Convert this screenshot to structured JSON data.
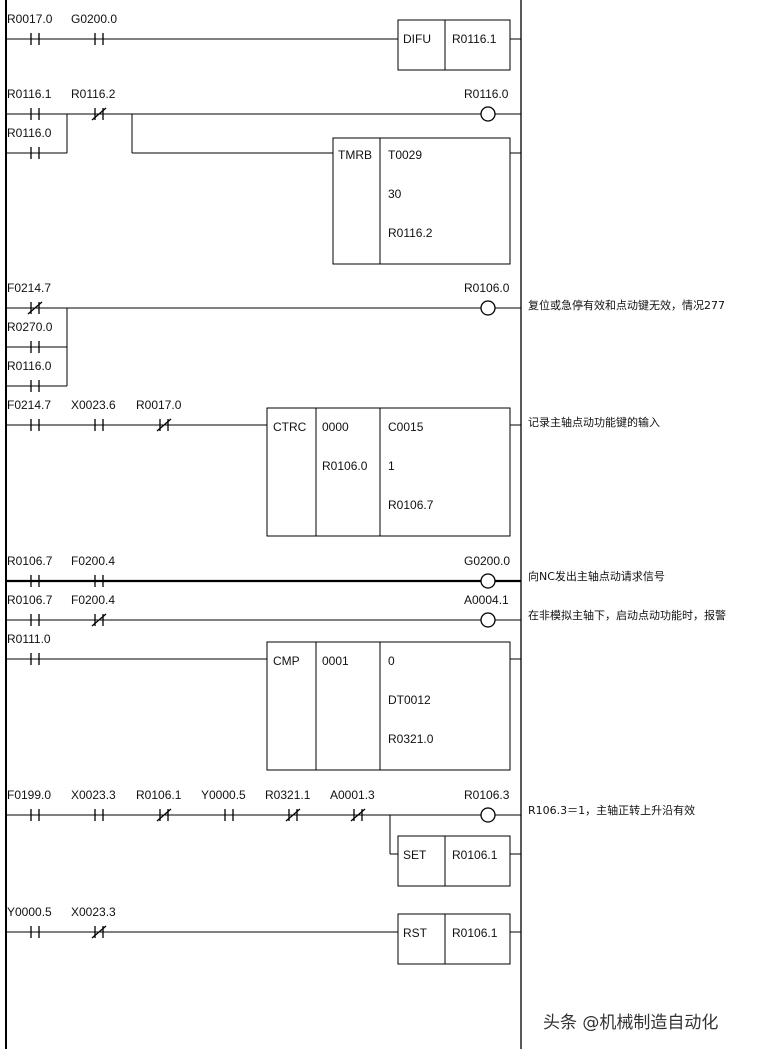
{
  "diagram": {
    "rungs": [
      {
        "contacts": [
          {
            "label": "R0017.0",
            "type": "NO"
          },
          {
            "label": "G0200.0",
            "type": "NO"
          }
        ],
        "function": {
          "name": "DIFU",
          "params": [
            "R0116.1"
          ]
        }
      },
      {
        "contacts": [
          {
            "label": "R0116.1",
            "type": "NO"
          },
          {
            "label": "R0116.2",
            "type": "NC"
          }
        ],
        "parallel": [
          {
            "label": "R0116.0",
            "type": "NO"
          }
        ],
        "coil": {
          "label": "R0116.0"
        },
        "function": {
          "name": "TMRB",
          "params": [
            "T0029",
            "30",
            "R0116.2"
          ]
        }
      },
      {
        "contacts": [
          {
            "label": "F0214.7",
            "type": "NC"
          }
        ],
        "parallel": [
          {
            "label": "R0270.0",
            "type": "NO"
          },
          {
            "label": "R0116.0",
            "type": "NO"
          }
        ],
        "coil": {
          "label": "R0106.0"
        },
        "comment": "复位或急停有效和点动键无效，情况277"
      },
      {
        "contacts": [
          {
            "label": "F0214.7",
            "type": "NO"
          },
          {
            "label": "X0023.6",
            "type": "NO"
          },
          {
            "label": "R0017.0",
            "type": "NC"
          }
        ],
        "function": {
          "name": "CTRC",
          "col2": [
            "0000",
            "R0106.0"
          ],
          "col3": [
            "C0015",
            "1",
            "R0106.7"
          ]
        },
        "comment": "记录主轴点动功能键的输入"
      },
      {
        "contacts": [
          {
            "label": "R0106.7",
            "type": "NO"
          },
          {
            "label": "F0200.4",
            "type": "NO"
          }
        ],
        "coil": {
          "label": "G0200.0"
        },
        "comment": "向NC发出主轴点动请求信号"
      },
      {
        "contacts": [
          {
            "label": "R0106.7",
            "type": "NO"
          },
          {
            "label": "F0200.4",
            "type": "NC"
          }
        ],
        "coil": {
          "label": "A0004.1"
        },
        "comment": "在非模拟主轴下，启动点动功能时，报警"
      },
      {
        "contacts": [
          {
            "label": "R0111.0",
            "type": "NO"
          }
        ],
        "function": {
          "name": "CMP",
          "col2": [
            "0001"
          ],
          "col3": [
            "0",
            "DT0012",
            "R0321.0"
          ]
        }
      },
      {
        "contacts": [
          {
            "label": "F0199.0",
            "type": "NO"
          },
          {
            "label": "X0023.3",
            "type": "NO"
          },
          {
            "label": "R0106.1",
            "type": "NC"
          },
          {
            "label": "Y0000.5",
            "type": "NO"
          },
          {
            "label": "R0321.1",
            "type": "NC"
          },
          {
            "label": "A0001.3",
            "type": "NC"
          }
        ],
        "coil": {
          "label": "R0106.3"
        },
        "function": {
          "name": "SET",
          "params": [
            "R0106.1"
          ]
        },
        "comment": "R106.3＝1，主轴正转上升沿有效"
      },
      {
        "contacts": [
          {
            "label": "Y0000.5",
            "type": "NO"
          },
          {
            "label": "X0023.3",
            "type": "NC"
          }
        ],
        "function": {
          "name": "RST",
          "params": [
            "R0106.1"
          ]
        }
      }
    ]
  },
  "watermark": "头条 @机械制造自动化"
}
